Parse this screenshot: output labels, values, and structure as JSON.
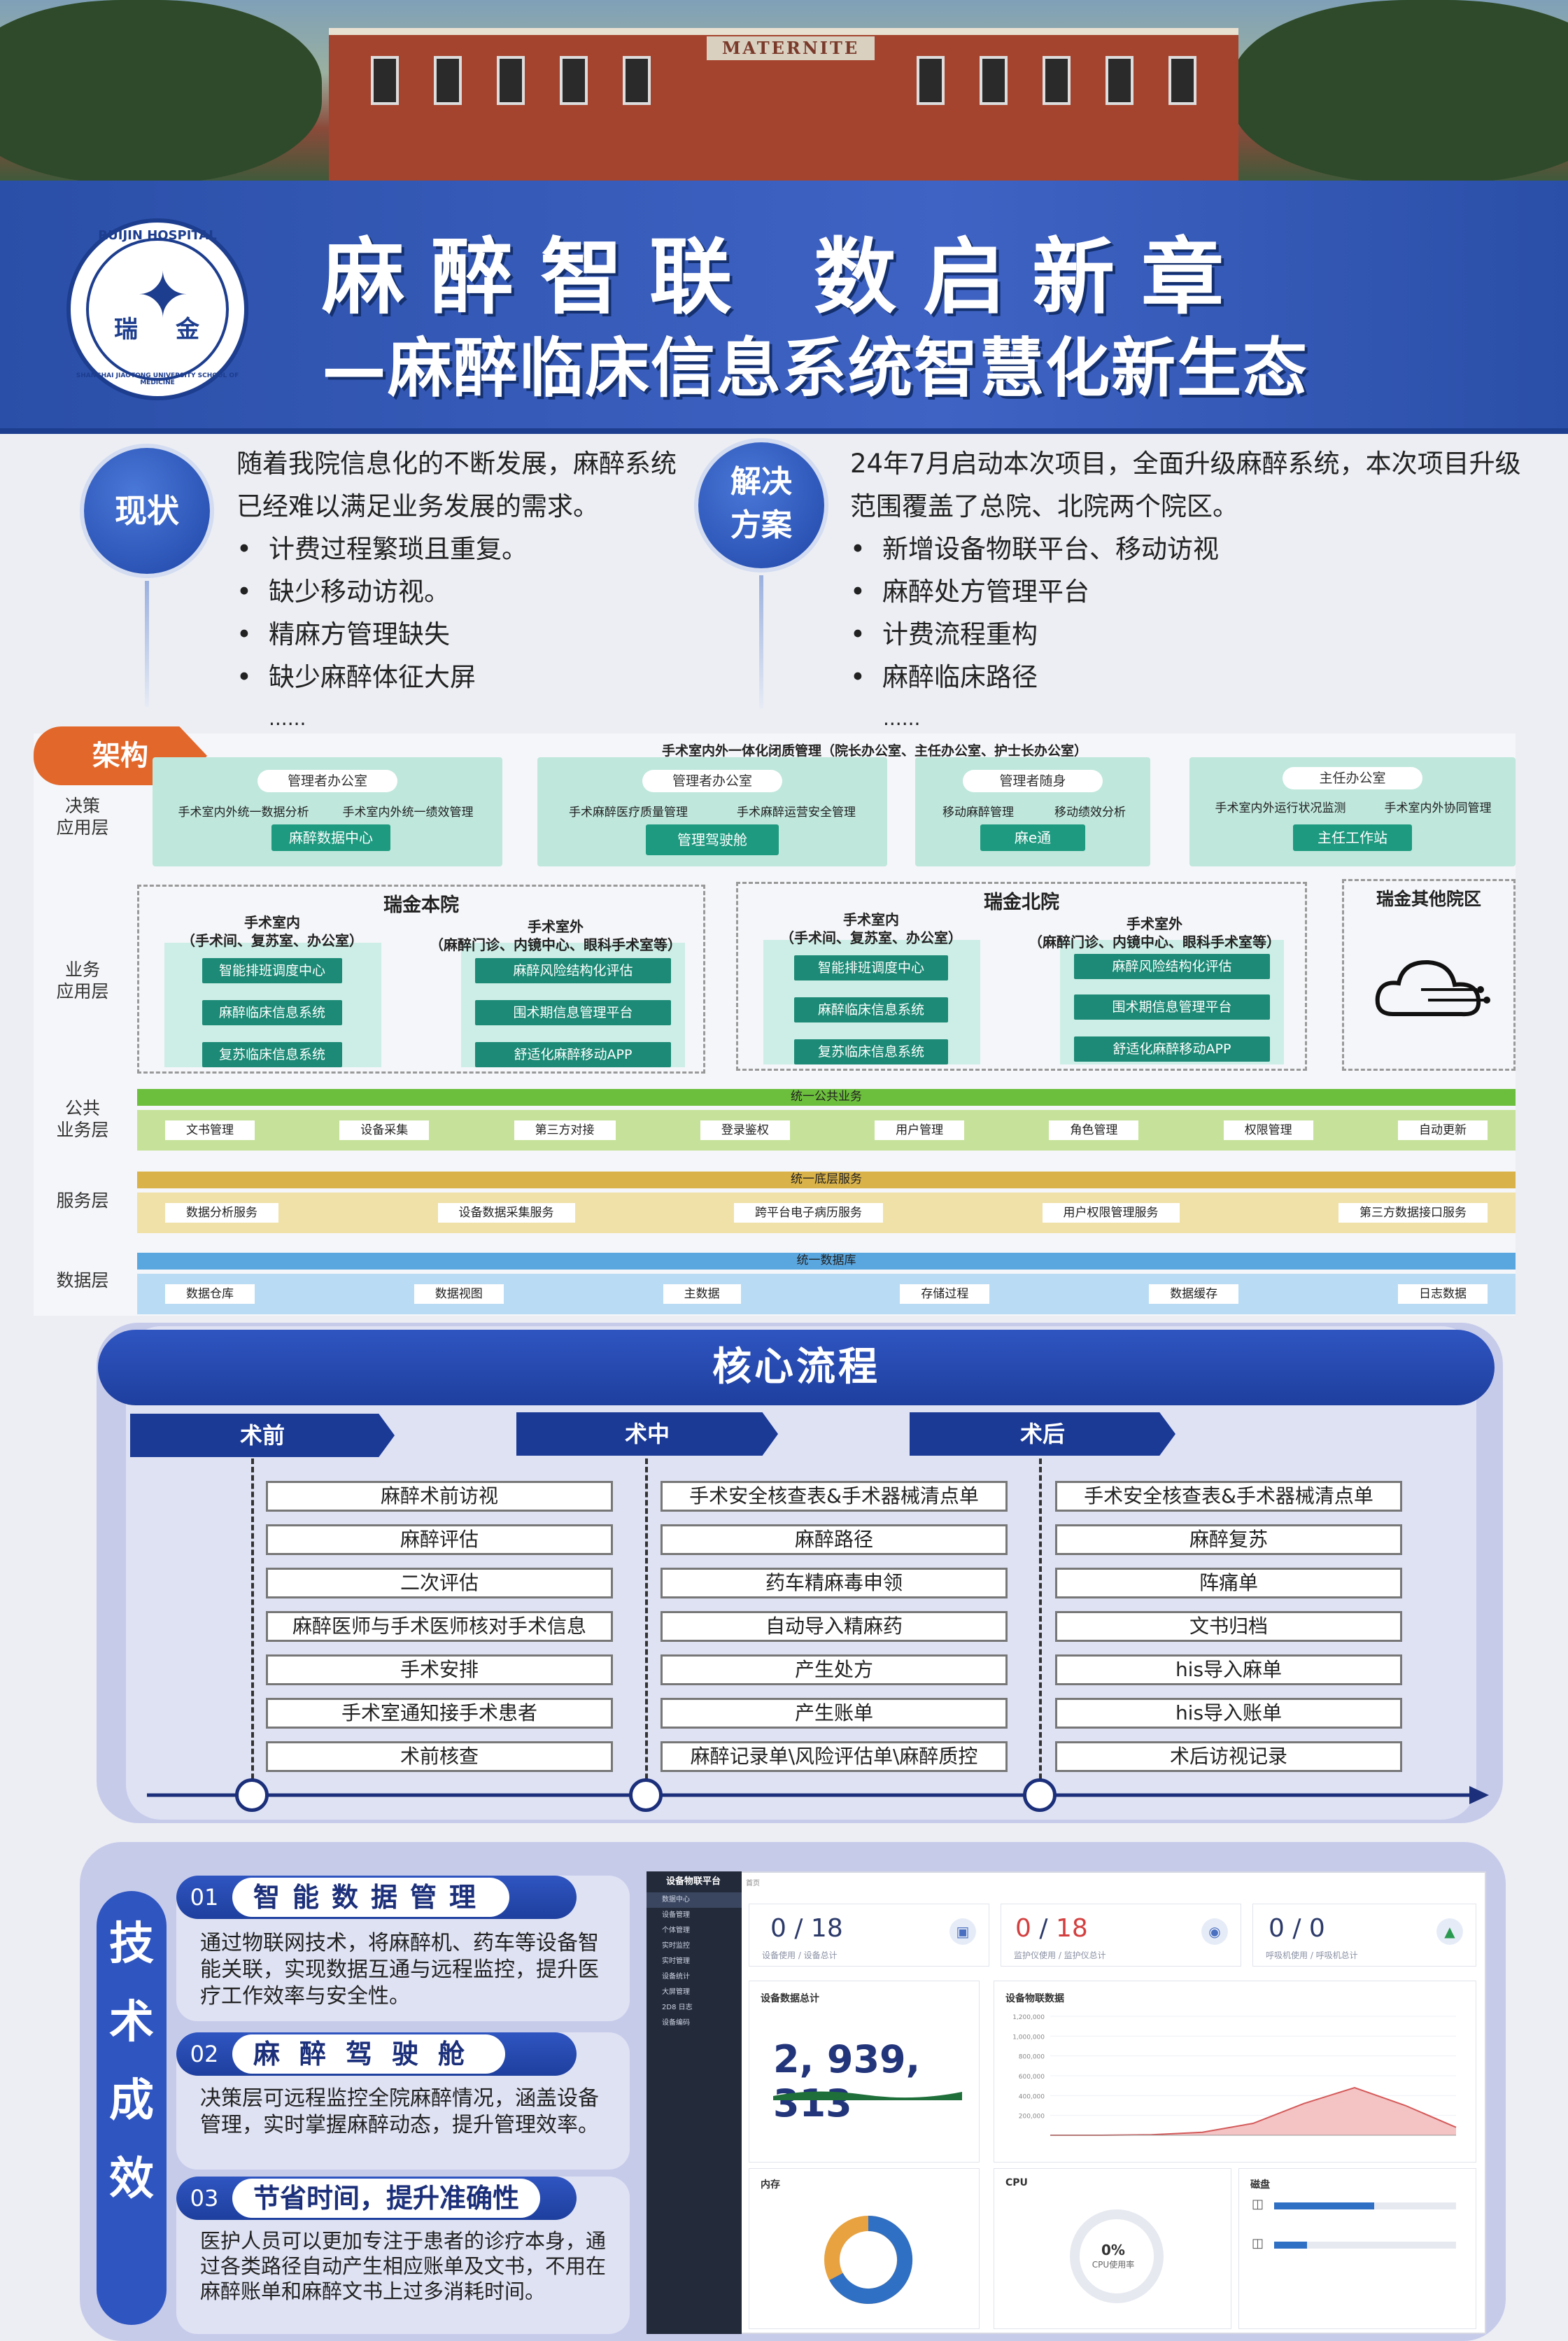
{
  "header": {
    "building_sign": "MATERNITE",
    "logo": {
      "top": "RUIJIN HOSPITAL",
      "bottom": "SHANGHAI JIAOTONG UNIVERSITY SCHOOL OF MEDICINE",
      "char1": "瑞",
      "char2": "金"
    },
    "title": "麻醉智联 数启新章",
    "subtitle": "—麻醉临床信息系统智慧化新生态"
  },
  "status": {
    "label": "现状",
    "text": "随着我院信息化的不断发展，麻醉系统已经难以满足业务发展的需求。",
    "items": [
      "计费过程繁琐且重复。",
      "缺少移动访视。",
      "精麻方管理缺失",
      "缺少麻醉体征大屏"
    ],
    "more": "......"
  },
  "solution": {
    "label": "解决方案",
    "label_line1": "解决",
    "label_line2": "方案",
    "text": "24年7月启动本次项目，全面升级麻醉系统，本次项目升级范围覆盖了总院、北院两个院区。",
    "items": [
      "新增设备物联平台、移动访视",
      "麻醉处方管理平台",
      "计费流程重构",
      "麻醉临床路径"
    ],
    "more": "......"
  },
  "architecture": {
    "tag": "架构",
    "decision": {
      "label_l1": "决策",
      "label_l2": "应用层",
      "top": "手术室内外一体化闭质管理（院长办公室、主任办公室、护士长办公室）",
      "groups": [
        {
          "head": "管理者办公室",
          "items": [
            "手术室内外统一数据分析",
            "手术室内外统一绩效管理"
          ],
          "button": "麻醉数据中心"
        },
        {
          "head": "管理者办公室",
          "items": [
            "手术麻醉医疗质量管理",
            "手术麻醉运营安全管理"
          ],
          "button": "管理驾驶舱"
        },
        {
          "head": "管理者随身",
          "items": [
            "移动麻醉管理",
            "移动绩效分析"
          ],
          "button": "麻e通"
        },
        {
          "head": "主任办公室",
          "items": [
            "手术室内外运行状况监测",
            "手术室内外协同管理"
          ],
          "button": "主任工作站"
        }
      ]
    },
    "business": {
      "label_l1": "业务",
      "label_l2": "应用层",
      "campuses": [
        {
          "name": "瑞金本院",
          "left_head": "手术室内",
          "left_sub": "（手术间、复苏室、办公室）",
          "left_items": [
            "智能排班调度中心",
            "麻醉临床信息系统",
            "复苏临床信息系统"
          ],
          "right_head": "手术室外",
          "right_sub": "（麻醉门诊、内镜中心、眼科手术室等）",
          "right_items": [
            "麻醉风险结构化评估",
            "围术期信息管理平台",
            "舒适化麻醉移动APP"
          ]
        },
        {
          "name": "瑞金北院",
          "left_head": "手术室内",
          "left_sub": "（手术间、复苏室、办公室）",
          "left_items": [
            "智能排班调度中心",
            "麻醉临床信息系统",
            "复苏临床信息系统"
          ],
          "right_head": "手术室外",
          "right_sub": "（麻醉门诊、内镜中心、眼科手术室等）",
          "right_items": [
            "麻醉风险结构化评估",
            "围术期信息管理平台",
            "舒适化麻醉移动APP"
          ]
        }
      ],
      "other": "瑞金其他院区"
    },
    "public": {
      "label_l1": "公共",
      "label_l2": "业务层",
      "bar": "统一公共业务",
      "items": [
        "文书管理",
        "设备采集",
        "第三方对接",
        "登录鉴权",
        "用户管理",
        "角色管理",
        "权限管理",
        "自动更新"
      ]
    },
    "service": {
      "label": "服务层",
      "bar": "统一底层服务",
      "items": [
        "数据分析服务",
        "设备数据采集服务",
        "跨平台电子病历服务",
        "用户权限管理服务",
        "第三方数据接口服务"
      ]
    },
    "data": {
      "label": "数据层",
      "bar": "统一数据库",
      "items": [
        "数据仓库",
        "数据视图",
        "主数据",
        "存储过程",
        "数据缓存",
        "日志数据"
      ]
    }
  },
  "core_flow": {
    "title": "核心流程",
    "phases": [
      {
        "name": "术前",
        "steps": [
          "麻醉术前访视",
          "麻醉评估",
          "二次评估",
          "麻醉医师与手术医师核对手术信息",
          "手术安排",
          "手术室通知接手术患者",
          "术前核查"
        ]
      },
      {
        "name": "术中",
        "steps": [
          "手术安全核查表&手术器械清点单",
          "麻醉路径",
          "药车精麻毒申领",
          "自动导入精麻药",
          "产生处方",
          "产生账单",
          "麻醉记录单\\风险评估单\\麻醉质控"
        ]
      },
      {
        "name": "术后",
        "steps": [
          "手术安全核查表&手术器械清点单",
          "麻醉复苏",
          "阵痛单",
          "文书归档",
          "his导入麻单",
          "his导入账单",
          "术后访视记录"
        ]
      }
    ]
  },
  "effects": {
    "label": "技术成效",
    "label_chars": [
      "技",
      "术",
      "成",
      "效"
    ],
    "items": [
      {
        "num": "01",
        "title": "智能数据管理",
        "text": "通过物联网技术，将麻醉机、药车等设备智能关联，实现数据互通与远程监控，提升医疗工作效率与安全性。"
      },
      {
        "num": "02",
        "title": "麻醉驾驶舱",
        "text": "决策层可远程监控全院麻醉情况，涵盖设备管理，实时掌握麻醉动态，提升管理效率。"
      },
      {
        "num": "03",
        "title": "节省时间，提升准确性",
        "text": "医护人员可以更加专注于患者的诊疗本身，通过各类路径自动产生相应账单及文书，不用在麻醉账单和麻醉文书上过多消耗时间。"
      }
    ]
  },
  "dashboard": {
    "app_title": "设备物联平台",
    "menu": [
      "数据中心",
      "设备管理",
      "个体管理",
      "实时监控",
      "实时管理",
      "设备统计",
      "大屏管理",
      "2D8 日志",
      "设备编码"
    ],
    "breadcrumb": "首页",
    "kpis": [
      {
        "value": "0",
        "total": "18",
        "sub": "设备使用 / 设备总计"
      },
      {
        "value": "0",
        "total": "18",
        "sub": "监护仪使用 / 监护仪总计"
      },
      {
        "value": "0",
        "total": "0",
        "sub": "呼吸机使用 / 呼吸机总计"
      }
    ],
    "total_title": "设备数据总计",
    "total_value": "2, 939, 313",
    "chart_title": "设备物联数据",
    "memory_title": "内存",
    "cpu_title": "CPU",
    "cpu_value": "0%",
    "cpu_caption": "CPU使用率",
    "disk_title": "磁盘"
  },
  "chart_data": {
    "type": "area",
    "title": "设备物联数据",
    "x": [
      0,
      1,
      2,
      3,
      4,
      5,
      6,
      7,
      8
    ],
    "series": [
      {
        "values": [
          0,
          0,
          5,
          30,
          120,
          320,
          480,
          300,
          80
        ]
      }
    ],
    "ylim": [
      0,
      1200
    ],
    "yticks": [
      "1,200,000",
      "1,000,000",
      "800,000",
      "600,000",
      "400,000",
      "200,000"
    ],
    "colors": {
      "fill": "#f4c3c3",
      "line": "#d45a5a"
    }
  }
}
